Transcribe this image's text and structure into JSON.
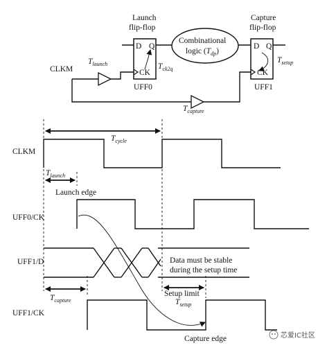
{
  "circuit": {
    "launch_title_1": "Launch",
    "launch_title_2": "flip-flop",
    "capture_title_1": "Capture",
    "capture_title_2": "flip-flop",
    "uff0": "UFF0",
    "uff1": "UFF1",
    "pin_d": "D",
    "pin_q": "Q",
    "pin_ck": "CK",
    "clkm": "CLKM",
    "comb_line1": "Combinational",
    "comb_line2": "logic (",
    "comb_var": "T",
    "comb_sub": "dp",
    "comb_close": ")",
    "t_launch": "T",
    "t_launch_sub": "launch",
    "t_ck2q": "T",
    "t_ck2q_sub": "ck2q",
    "t_setup": "T",
    "t_setup_sub": "setup",
    "t_capture": "T",
    "t_capture_sub": "capture"
  },
  "timing": {
    "clkm": "CLKM",
    "uff0_ck": "UFF0/CK",
    "uff1_d": "UFF1/D",
    "uff1_ck": "UFF1/CK",
    "t_cycle": "T",
    "t_cycle_sub": "cycle",
    "t_launch": "T",
    "t_launch_sub": "launch",
    "t_capture": "T",
    "t_capture_sub": "capture",
    "t_setup": "T",
    "t_setup_sub": "setup",
    "launch_edge": "Launch edge",
    "capture_edge": "Capture edge",
    "stable_line1": "Data must be stable",
    "stable_line2": "during the setup time",
    "setup_limit": "Setup limit"
  },
  "watermark": {
    "text": "芯爱IC社区"
  }
}
